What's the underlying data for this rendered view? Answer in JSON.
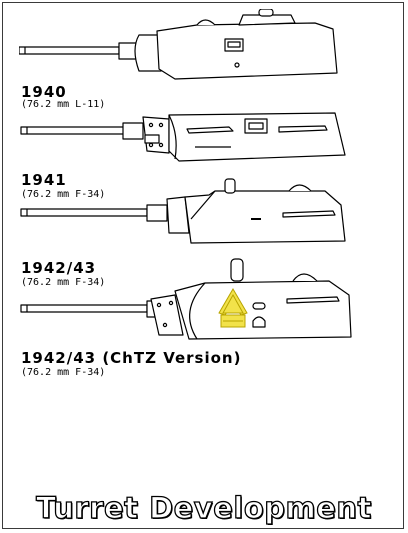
{
  "caption": {
    "title": "Turret Development"
  },
  "turrets": [
    {
      "year": "1940",
      "gun": "(76.2 mm L-11)"
    },
    {
      "year": "1941",
      "gun": "(76.2 mm F-34)"
    },
    {
      "year": "1942/43",
      "gun": "(76.2 mm F-34)"
    },
    {
      "year": "1942/43 (ChTZ Version)",
      "gun": "(76.2 mm F-34)"
    }
  ],
  "colors": {
    "ink": "#000000",
    "fill": "#ffffff",
    "emblem": "#f2e24a"
  }
}
